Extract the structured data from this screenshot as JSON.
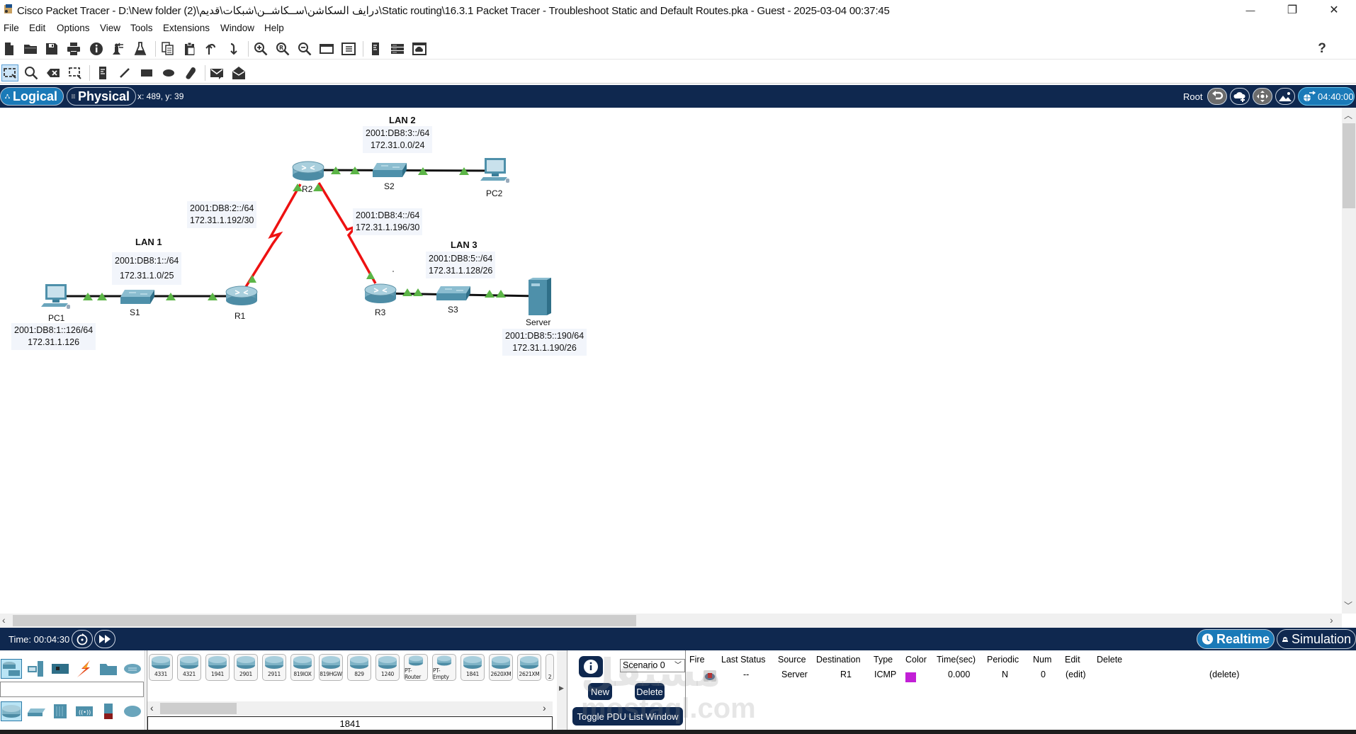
{
  "window": {
    "title": "Cisco Packet Tracer - D:\\New folder (2)\\درايف السكاشن\\ســكاشــن\\شبكات\\قديم\\Static routing\\16.3.1 Packet Tracer - Troubleshoot Static and Default Routes.pka - Guest - 2025-03-04 00:37:45",
    "controls": {
      "minimize": "—",
      "restore": "❐",
      "close": "✕"
    }
  },
  "menu": [
    "File",
    "Edit",
    "Options",
    "View",
    "Tools",
    "Extensions",
    "Window",
    "Help"
  ],
  "toolbar1": {
    "items": [
      "new-file",
      "open",
      "save",
      "print",
      "activity-wizard",
      "custom-device",
      "pdu-wizard",
      "copy",
      "paste",
      "undo",
      "redo",
      "zoom-in",
      "zoom-reset",
      "zoom-out",
      "drawing-palette",
      "custom-devices-dialog",
      "viewport",
      "cluster",
      "physical-view"
    ],
    "help": "?"
  },
  "toolbar2": {
    "items": [
      "select",
      "inspect",
      "delete",
      "resize-shape",
      "place-note",
      "draw-line",
      "draw-rectangle",
      "draw-ellipse",
      "freeform",
      "add-simple-pdu",
      "add-complex-pdu"
    ]
  },
  "tabbar": {
    "logical_label": "Logical",
    "physical_label": "Physical",
    "coords": "x: 489, y: 39",
    "root_label": "Root",
    "clock": "04:40:00"
  },
  "topology": {
    "networks": [
      {
        "name": "LAN 1",
        "ipv6": "2001:DB8:1::/64",
        "ipv4": "172.31.1.0/25"
      },
      {
        "name": "LAN 2",
        "ipv6": "2001:DB8:3::/64",
        "ipv4": "172.31.0.0/24"
      },
      {
        "name": "LAN 3",
        "ipv6": "2001:DB8:5::/64",
        "ipv4": "172.31.1.128/26"
      }
    ],
    "links": [
      {
        "name": "R1-R2",
        "ipv6": "2001:DB8:2::/64",
        "ipv4": "172.31.1.192/30"
      },
      {
        "name": "R2-R3",
        "ipv6": "2001:DB8:4::/64",
        "ipv4": "172.31.1.196/30"
      }
    ],
    "devices": {
      "R1": "R1",
      "R2": "R2",
      "R3": "R3",
      "S1": "S1",
      "S2": "S2",
      "S3": "S3",
      "PC1": "PC1",
      "PC2": "PC2",
      "Server": "Server"
    },
    "pc1_addr": {
      "ipv6": "2001:DB8:1::126/64",
      "ipv4": "172.31.1.126"
    },
    "server_addr": {
      "ipv6": "2001:DB8:5::190/64",
      "ipv4": "172.31.1.190/26"
    },
    "colors": {
      "serial_link": "#ee1111",
      "ethernet_link": "#111111",
      "link_up": "#5cb547"
    }
  },
  "timebar": {
    "time": "Time: 00:04:30",
    "realtime_label": "Realtime",
    "simulation_label": "Simulation"
  },
  "device_panel": {
    "models": [
      "4331",
      "4321",
      "1941",
      "2901",
      "2911",
      "819IOX",
      "819HGW",
      "829",
      "1240",
      "PT-Router",
      "PT-Empty",
      "1841",
      "2620XM",
      "2621XM",
      "2"
    ],
    "selected_model": "1841"
  },
  "scenario": {
    "selected": "Scenario 0",
    "new_label": "New",
    "delete_label": "Delete",
    "toggle_label": "Toggle PDU List Window"
  },
  "pdu_list": {
    "headers": [
      "Fire",
      "Last Status",
      "Source",
      "Destination",
      "Type",
      "Color",
      "Time(sec)",
      "Periodic",
      "Num",
      "Edit",
      "Delete"
    ],
    "rows": [
      {
        "fire": "",
        "last_status": "--",
        "source": "Server",
        "destination": "R1",
        "type": "ICMP",
        "color": "#c21fd6",
        "time": "0.000",
        "periodic": "N",
        "num": "0",
        "edit": "(edit)",
        "delete": "(delete)"
      }
    ]
  },
  "watermark": {
    "line1": "مستقل",
    "line2": "mostaql.com"
  }
}
